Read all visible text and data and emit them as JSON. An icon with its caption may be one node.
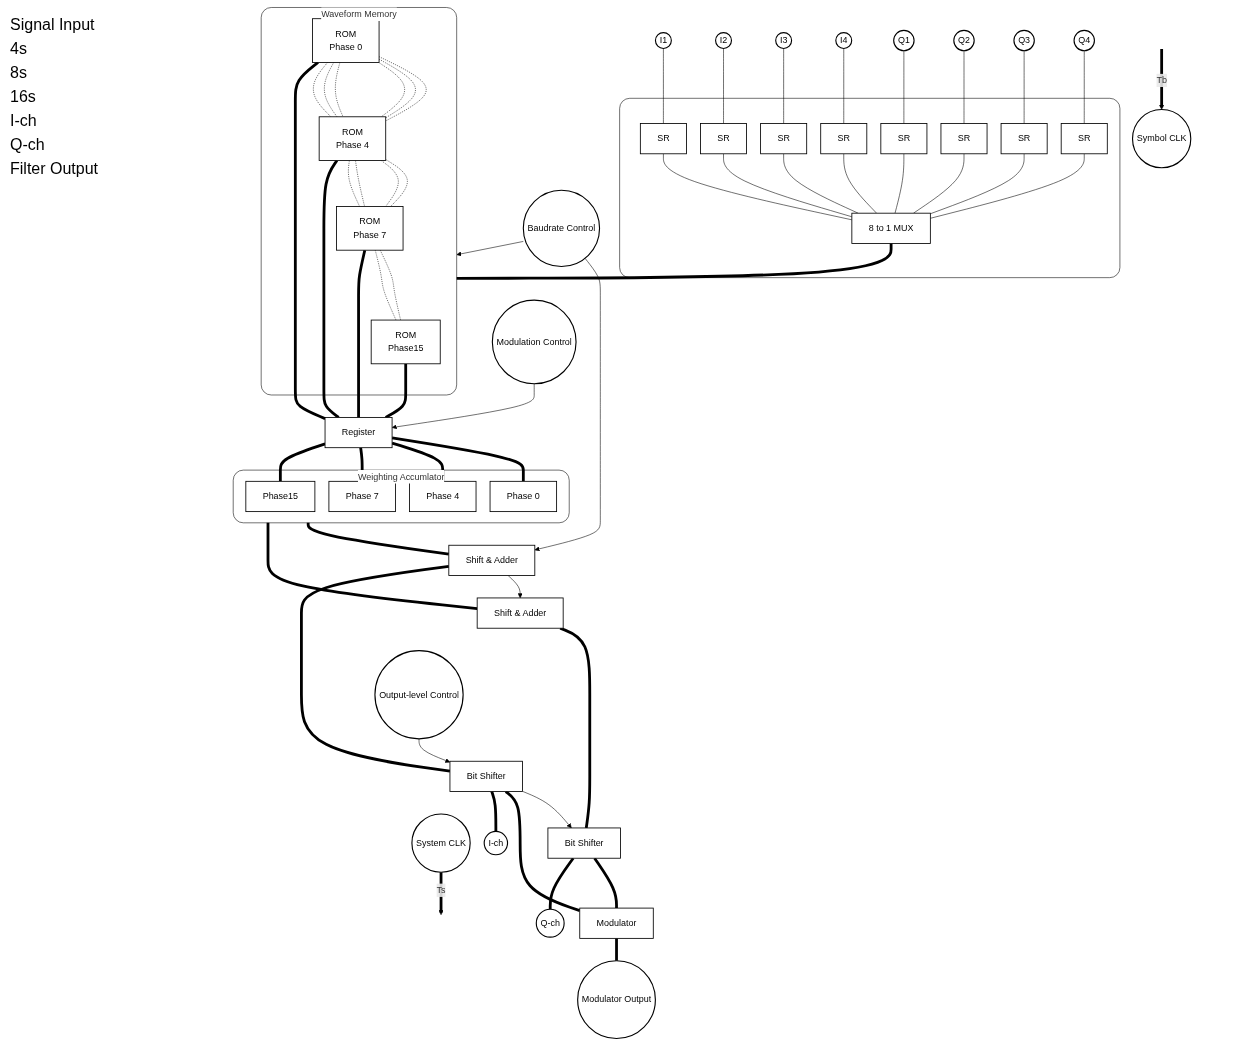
{
  "diagram": {
    "nodes": [
      {
        "text": [
          "I1"
        ]
      },
      {
        "text": [
          "I2"
        ]
      },
      {
        "text": [
          "I3"
        ]
      },
      {
        "text": [
          "I4"
        ]
      },
      {
        "text": [
          "Q1"
        ]
      },
      {
        "text": [
          "Q2"
        ]
      },
      {
        "text": [
          "Q3"
        ]
      },
      {
        "text": [
          "Q4"
        ]
      },
      {
        "text": [
          "Symbol CLK"
        ]
      },
      {
        "text": [],
        "shape": "box"
      },
      {
        "text": [
          "SR"
        ],
        "in": 9
      },
      {
        "text": [
          "SR"
        ],
        "in": 9
      },
      {
        "text": [
          "SR"
        ],
        "in": 9
      },
      {
        "text": [
          "SR"
        ],
        "in": 9
      },
      {
        "text": [
          "SR"
        ],
        "in": 9
      },
      {
        "text": [
          "SR"
        ],
        "in": 9
      },
      {
        "text": [
          "SR"
        ],
        "in": 9
      },
      {
        "text": [
          "SR"
        ],
        "in": 9
      },
      {
        "text": [
          "8 to 1 MUX"
        ],
        "in": 9
      },
      {
        "text": [
          "Waveform Memory"
        ]
      },
      {
        "text": [
          "ROM",
          "Phase 0"
        ],
        "in": 19
      },
      {
        "text": [
          "ROM",
          "Phase 4"
        ],
        "in": 19
      },
      {
        "text": [
          "ROM",
          "Phase 7"
        ],
        "in": 19
      },
      {
        "text": [
          "ROM",
          "Phase15"
        ],
        "in": 19
      },
      {
        "text": [
          "Baudrate Control"
        ]
      },
      {
        "text": [
          "Modulation Control"
        ]
      },
      {
        "text": [
          "Register"
        ]
      },
      {
        "text": [
          "Weighting Accumlator"
        ]
      },
      {
        "text": [
          "Phase 0"
        ],
        "in": 27
      },
      {
        "text": [
          "Phase 4"
        ],
        "in": 27
      },
      {
        "text": [
          "Phase 7"
        ],
        "in": 27
      },
      {
        "text": [
          "Phase15"
        ],
        "in": 27
      },
      {
        "text": [
          "Shift & Adder"
        ]
      },
      {
        "text": [
          "Shift & Adder"
        ]
      },
      {
        "text": [
          "Output-level Control"
        ]
      },
      {
        "text": [
          "Bit Shifter"
        ]
      },
      {
        "text": [
          "Bit Shifter"
        ]
      },
      {
        "text": [
          "System CLK"
        ]
      },
      {
        "text": [
          "Modulator"
        ]
      },
      {
        "text": [
          "Modulator Output"
        ]
      },
      {
        "text": [
          "I-ch"
        ]
      },
      {
        "text": [
          "Q-ch"
        ]
      }
    ],
    "edges": [
      {
        "from": 0,
        "to": 10,
        "arrow": "none"
      },
      {
        "from": 1,
        "to": 11,
        "arrow": "none"
      },
      {
        "from": 2,
        "to": 12,
        "arrow": "none"
      },
      {
        "from": 3,
        "to": 13,
        "arrow": "none"
      },
      {
        "from": 4,
        "to": 14,
        "arrow": "none"
      },
      {
        "from": 5,
        "to": 15,
        "arrow": "none"
      },
      {
        "from": 6,
        "to": 16,
        "arrow": "none"
      },
      {
        "from": 7,
        "to": 17,
        "arrow": "none"
      },
      {
        "from": 10,
        "to": 18,
        "arrow": "none"
      },
      {
        "from": 11,
        "to": 18,
        "arrow": "none"
      },
      {
        "from": 12,
        "to": 18,
        "arrow": "none"
      },
      {
        "from": 13,
        "to": 18,
        "arrow": "none"
      },
      {
        "from": 14,
        "to": 18,
        "arrow": "none"
      },
      {
        "from": 15,
        "to": 18,
        "arrow": "none"
      },
      {
        "from": 16,
        "to": 18,
        "arrow": "none"
      },
      {
        "from": 17,
        "to": 18,
        "arrow": "none"
      },
      {
        "from": null,
        "to": 8,
        "arrow": "to",
        "label": "Tb",
        "style": "thick"
      },
      {
        "from": 18,
        "to": 19,
        "arrow": "none",
        "style": "thick"
      },
      {
        "from": 20,
        "to": 21,
        "arrow": "none",
        "style": "dashed"
      },
      {
        "from": 20,
        "to": 21,
        "arrow": "none",
        "style": "dashed"
      },
      {
        "from": 20,
        "to": 21,
        "arrow": "none",
        "style": "dashed"
      },
      {
        "from": 20,
        "to": 21,
        "arrow": "none",
        "style": "dashed"
      },
      {
        "from": 20,
        "to": 21,
        "arrow": "none",
        "style": "dashed"
      },
      {
        "from": 20,
        "to": 21,
        "arrow": "none",
        "style": "dashed"
      },
      {
        "from": 21,
        "to": 22,
        "arrow": "none",
        "style": "dashed"
      },
      {
        "from": 21,
        "to": 22,
        "arrow": "none",
        "style": "dashed"
      },
      {
        "from": 21,
        "to": 22,
        "arrow": "none",
        "style": "dashed"
      },
      {
        "from": 21,
        "to": 22,
        "arrow": "none",
        "style": "dashed"
      },
      {
        "from": 22,
        "to": 23,
        "arrow": "none",
        "style": "dashed"
      },
      {
        "from": 22,
        "to": 23,
        "arrow": "none",
        "style": "dashed"
      },
      {
        "from": 24,
        "to": 19,
        "arrow": "to"
      },
      {
        "from": 24,
        "to": 32,
        "arrow": "to"
      },
      {
        "from": 25,
        "to": 26,
        "arrow": "to"
      },
      {
        "from": 20,
        "to": 26,
        "arrow": "none",
        "style": "thick"
      },
      {
        "from": 21,
        "to": 26,
        "arrow": "none",
        "style": "thick"
      },
      {
        "from": 22,
        "to": 26,
        "arrow": "none",
        "style": "thick"
      },
      {
        "from": 23,
        "to": 26,
        "arrow": "none",
        "style": "thick"
      },
      {
        "from": 26,
        "to": 28,
        "arrow": "none",
        "style": "thick"
      },
      {
        "from": 26,
        "to": 29,
        "arrow": "none",
        "style": "thick"
      },
      {
        "from": 26,
        "to": 30,
        "arrow": "none",
        "style": "thick"
      },
      {
        "from": 26,
        "to": 31,
        "arrow": "none",
        "style": "thick"
      },
      {
        "from": 27,
        "to": 32,
        "arrow": "none",
        "style": "thick"
      },
      {
        "from": 27,
        "to": 33,
        "arrow": "none",
        "style": "thick"
      },
      {
        "from": 32,
        "to": 33,
        "arrow": "to"
      },
      {
        "from": 32,
        "to": 35,
        "arrow": "none",
        "style": "thick"
      },
      {
        "from": 33,
        "to": 36,
        "arrow": "none",
        "style": "thick"
      },
      {
        "from": 34,
        "to": 35,
        "arrow": "to"
      },
      {
        "from": 35,
        "to": 36,
        "arrow": "to"
      },
      {
        "from": 35,
        "to": 38,
        "arrow": "none",
        "style": "thick"
      },
      {
        "from": 35,
        "to": 40,
        "arrow": "none",
        "style": "thick"
      },
      {
        "from": 36,
        "to": 38,
        "arrow": "none",
        "style": "thick"
      },
      {
        "from": 36,
        "to": 41,
        "arrow": "none",
        "style": "thick"
      },
      {
        "from": 37,
        "to": null,
        "arrow": "to",
        "label": "Ts",
        "style": "thick"
      },
      {
        "from": 38,
        "to": 39,
        "arrow": "none",
        "style": "thick"
      }
    ],
    "labels": [
      "Signal Input",
      "4s",
      "8s",
      "16s",
      "I-ch",
      "Q-ch",
      "Filter Output"
    ]
  }
}
